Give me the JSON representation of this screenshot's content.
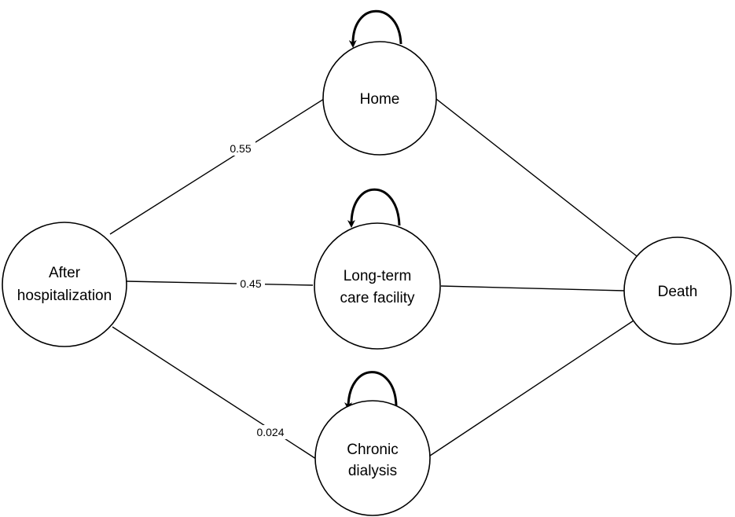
{
  "nodes": {
    "after": {
      "line1": "After",
      "line2": "hospitalization"
    },
    "home": {
      "label": "Home"
    },
    "ltc": {
      "line1": "Long-term",
      "line2": "care facility"
    },
    "dialysis": {
      "line1": "Chronic",
      "line2": "dialysis"
    },
    "death": {
      "label": "Death"
    }
  },
  "edges": {
    "after_home": "0.55",
    "after_ltc": "0.45",
    "after_dialysis": "0.024"
  },
  "colors": {
    "stroke": "#000000",
    "fill": "#ffffff"
  }
}
